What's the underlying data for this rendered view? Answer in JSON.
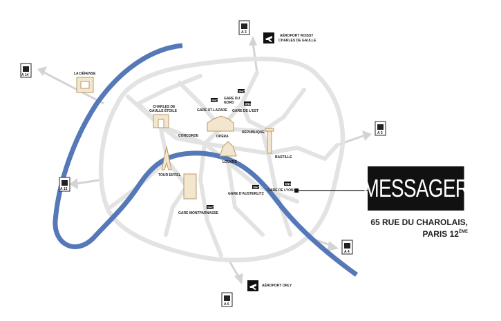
{
  "brand": {
    "name": "MESSAGER",
    "address_line1": "65 RUE DU CHAROLAIS,",
    "address_line2": "PARIS 12",
    "address_sup": "ÈME"
  },
  "places": {
    "la_defense": "LA DÉFENSE",
    "charles_de_gaulle_etoile_1": "CHARLES DE",
    "charles_de_gaulle_etoile_2": "GAULLE ÉTOILE",
    "concorde": "CONCORDE",
    "opera": "OPÉRA",
    "republique": "RÉPUBLIQUE",
    "louvre": "LOUVRE",
    "bastille": "BASTILLE",
    "tour_eiffel": "TOUR EIFFEL",
    "gare_saint_lazare": "GARE ST-LAZARE",
    "gare_du_nord_1": "GARE DU",
    "gare_du_nord_2": "NORD",
    "gare_de_l_est": "GARE DE L'EST",
    "gare_de_lyon": "GARE DE LYON",
    "gare_austerlitz": "GARE D'AUSTERLITZ",
    "gare_montparnasse": "GARE MONTPARNASSE",
    "aeroport_roissy_1": "AÉROPORT ROISSY",
    "aeroport_roissy_2": "CHARLES DE GAULLE",
    "aeroport_orly": "AÉROPORT ORLY"
  },
  "sncf": "SNCF",
  "highways": {
    "a1": "A 3",
    "a14": "A 14",
    "a3": "A 3",
    "a13": "A 13",
    "a4": "A 4",
    "a6": "A 6"
  },
  "colors": {
    "seine": "#5578b8",
    "roads": "#e3e3e3",
    "brand_bg": "#111111",
    "monument": "#b99866"
  }
}
